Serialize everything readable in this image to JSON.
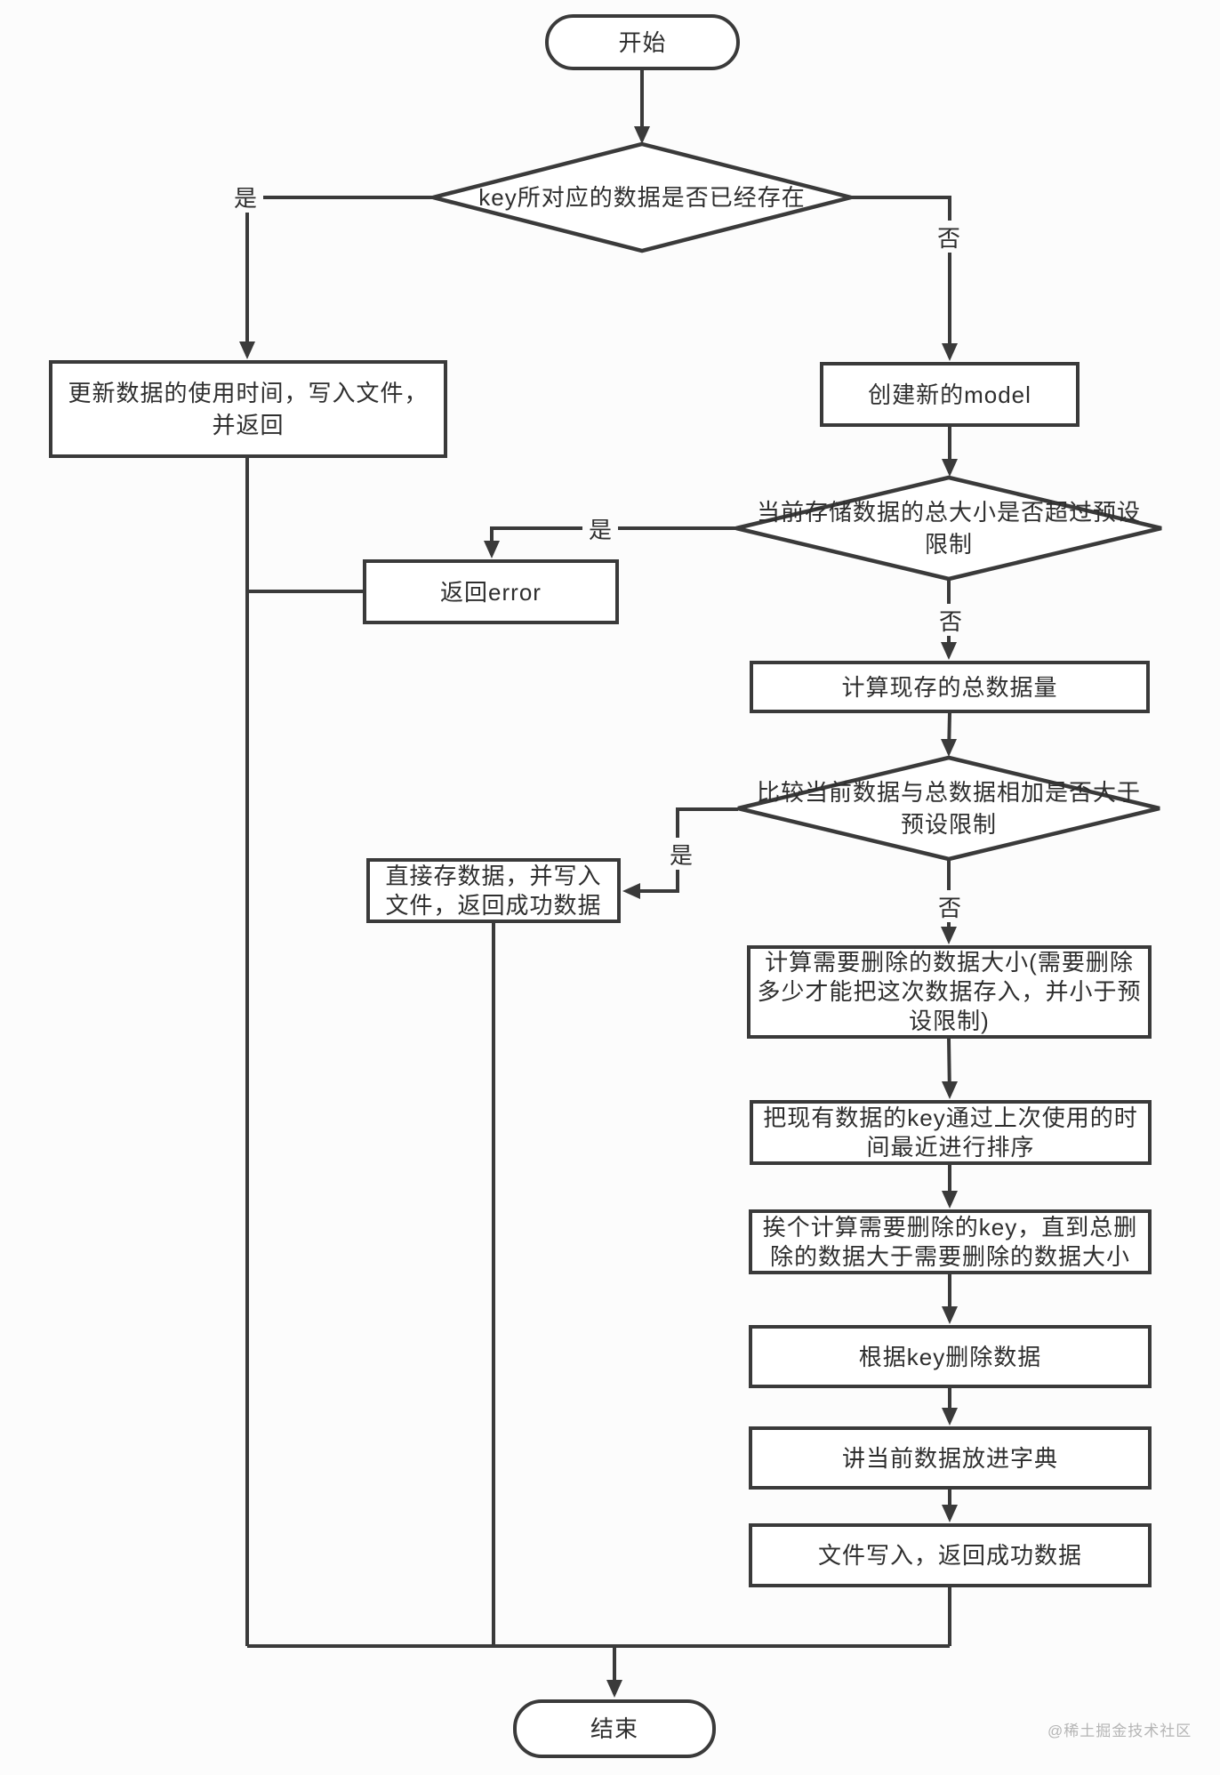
{
  "background": "#fcfcfc",
  "stroke_color": "#3a3a3a",
  "text_color": "#2e2e2e",
  "nodes": {
    "start": {
      "type": "terminator",
      "label": "开始"
    },
    "check_key_exists": {
      "type": "decision",
      "lines": [
        "key所对应的数据是否已经存在"
      ]
    },
    "update_time": {
      "type": "process",
      "lines": [
        "更新数据的使用时间，写入文件，",
        "并返回"
      ]
    },
    "create_model": {
      "type": "process",
      "lines": [
        "创建新的model"
      ]
    },
    "check_over_limit": {
      "type": "decision",
      "lines": [
        "当前存储数据的总大小是否超过预设",
        "限制"
      ]
    },
    "return_error": {
      "type": "process",
      "lines": [
        "返回error"
      ]
    },
    "calc_total": {
      "type": "process",
      "lines": [
        "计算现存的总数据量"
      ]
    },
    "check_sum_over_limit": {
      "type": "decision",
      "lines": [
        "比较当前数据与总数据相加是否大于",
        "预设限制"
      ]
    },
    "store_direct": {
      "type": "process",
      "lines": [
        "直接存数据，并写入",
        "文件，返回成功数据"
      ]
    },
    "calc_delete_size": {
      "type": "process",
      "lines": [
        "计算需要删除的数据大小(需要删除",
        "多少才能把这次数据存入，并小于预",
        "设限制)"
      ]
    },
    "sort_keys_by_time": {
      "type": "process",
      "lines": [
        "把现有数据的key通过上次使用的时",
        "间最近进行排序"
      ]
    },
    "pick_keys_to_delete": {
      "type": "process",
      "lines": [
        "挨个计算需要删除的key，直到总删",
        "除的数据大于需要删除的数据大小"
      ]
    },
    "delete_by_key": {
      "type": "process",
      "lines": [
        "根据key删除数据"
      ]
    },
    "put_into_dict": {
      "type": "process",
      "lines": [
        "讲当前数据放进字典"
      ]
    },
    "write_file_return": {
      "type": "process",
      "lines": [
        "文件写入，返回成功数据"
      ]
    },
    "end": {
      "type": "terminator",
      "label": "结束"
    }
  },
  "edge_labels": {
    "d1_yes": "是",
    "d1_no": "否",
    "d2_yes": "是",
    "d2_no": "否",
    "d3_yes": "是",
    "d3_no": "否"
  },
  "watermark": {
    "text": "@稀土掘金技术社区",
    "color": "#b5b5b5"
  }
}
